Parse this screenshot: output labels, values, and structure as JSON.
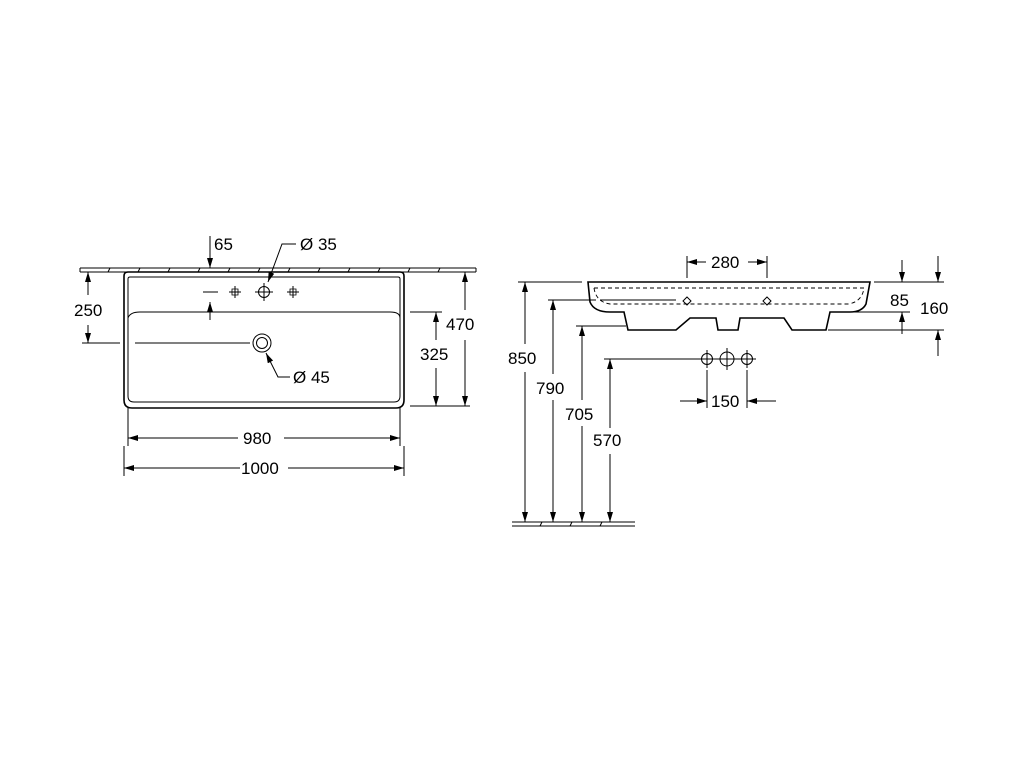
{
  "top_view": {
    "dims": {
      "d65": "65",
      "d35": "Ø 35",
      "d250": "250",
      "d470": "470",
      "d325": "325",
      "d45": "Ø 45",
      "d980": "980",
      "d1000": "1000"
    }
  },
  "side_view": {
    "dims": {
      "d280": "280",
      "d85": "85",
      "d160": "160",
      "d850": "850",
      "d790": "790",
      "d705": "705",
      "d570": "570",
      "d150": "150"
    }
  }
}
